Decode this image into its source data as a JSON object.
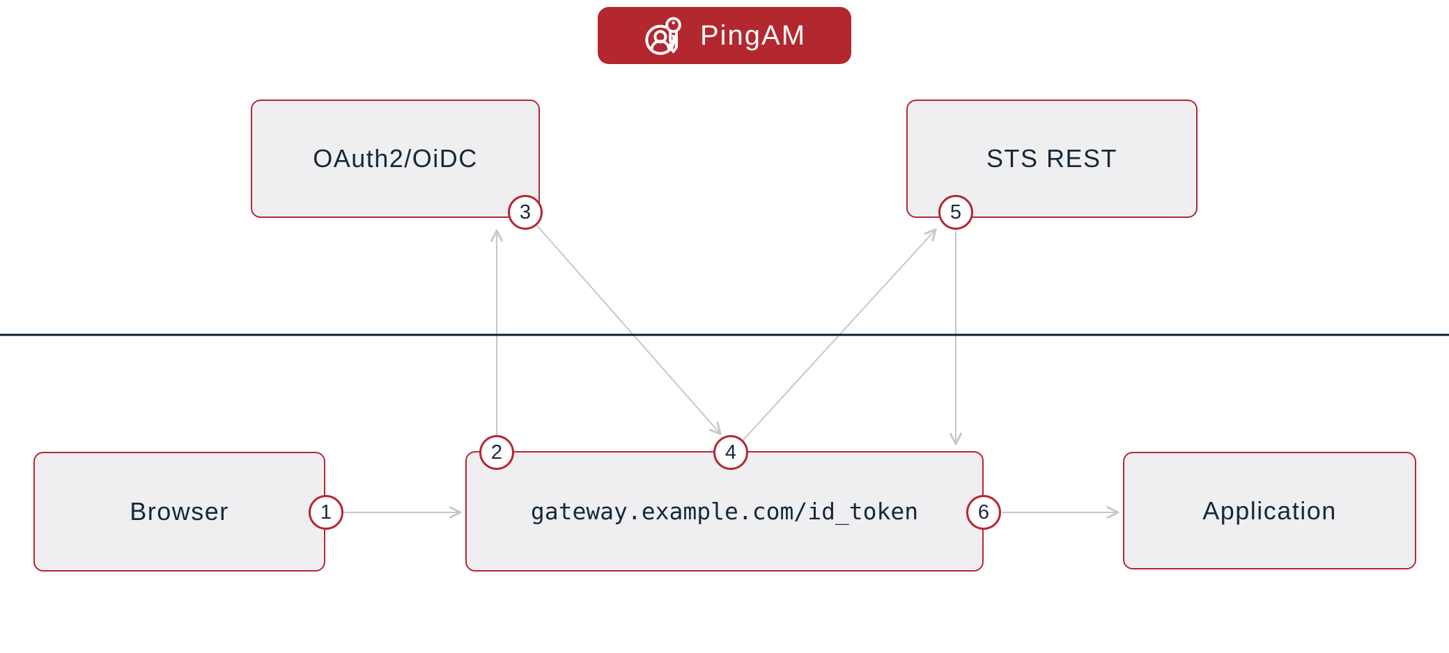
{
  "badge": {
    "label": "PingAM",
    "icon": "user-key-icon"
  },
  "nodes": {
    "oauth2": {
      "label": "OAuth2/OiDC"
    },
    "sts": {
      "label": "STS REST"
    },
    "browser": {
      "label": "Browser"
    },
    "gateway": {
      "label": "gateway.example.com/id_token"
    },
    "application": {
      "label": "Application"
    }
  },
  "steps": [
    {
      "number": "1"
    },
    {
      "number": "2"
    },
    {
      "number": "3"
    },
    {
      "number": "4"
    },
    {
      "number": "5"
    },
    {
      "number": "6"
    }
  ],
  "colors": {
    "accent-red": "#b52733",
    "badge-red": "#b2282e",
    "node-fill": "#efeff1",
    "text-dark": "#16283a",
    "line-dark": "#0e1f2c",
    "arrow-gray": "#c6c7c9"
  }
}
